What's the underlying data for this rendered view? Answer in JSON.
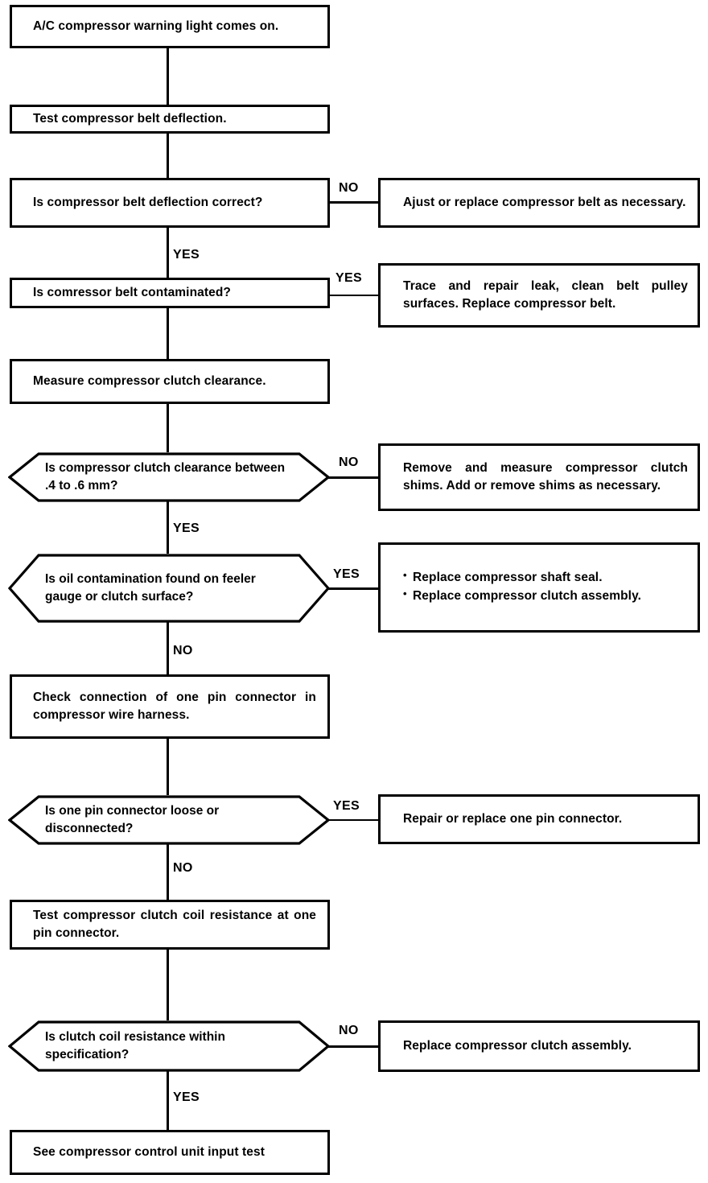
{
  "diagram": {
    "title": "A/C compressor warning light diagnostic flowchart",
    "type": "flowchart",
    "ink_color": "#000000",
    "background_color": "#ffffff"
  },
  "nodes": {
    "start": {
      "shape": "rectangle",
      "text": "A/C compressor warning light comes on."
    },
    "test_belt_deflection": {
      "shape": "rectangle",
      "text": "Test compressor belt deflection."
    },
    "q_belt_deflection": {
      "shape": "rectangle",
      "text": "Is compressor belt deflection correct?"
    },
    "a_belt_deflection": {
      "shape": "rectangle",
      "text": "Ajust or replace compressor belt as necessary."
    },
    "q_belt_contaminated": {
      "shape": "rectangle",
      "text": "Is comressor belt contaminated?"
    },
    "a_belt_contaminated": {
      "shape": "rectangle",
      "text": "Trace and repair leak, clean belt pulley surfaces. Replace compressor belt."
    },
    "measure_clutch_clearance": {
      "shape": "rectangle",
      "text": "Measure compressor clutch clearance."
    },
    "q_clutch_clearance": {
      "shape": "hexagon",
      "text": "Is compressor clutch clearance between .4 to .6 mm?"
    },
    "a_clutch_clearance": {
      "shape": "rectangle",
      "text": "Remove and measure compressor clutch shims. Add or remove shims as necessary."
    },
    "q_oil_contamination": {
      "shape": "hexagon",
      "text": "Is oil contamination found on feeler gauge or clutch surface?"
    },
    "a_oil_contamination": {
      "shape": "rectangle",
      "bullets": [
        "Replace compressor shaft seal.",
        "Replace compressor clutch assembly."
      ]
    },
    "check_pin_connector": {
      "shape": "rectangle",
      "text": "Check connection of one pin connector in compressor wire harness."
    },
    "q_pin_connector": {
      "shape": "hexagon",
      "text": "Is one pin connector loose or disconnected?"
    },
    "a_pin_connector": {
      "shape": "rectangle",
      "text": "Repair or replace one pin connector."
    },
    "test_coil_resistance": {
      "shape": "rectangle",
      "text": "Test compressor clutch coil resistance at one pin connector."
    },
    "q_coil_resistance": {
      "shape": "hexagon",
      "text": "Is clutch coil resistance within specification?"
    },
    "a_coil_resistance": {
      "shape": "rectangle",
      "text": "Replace compressor clutch assembly."
    },
    "end": {
      "shape": "rectangle",
      "text": "See compressor control unit input test"
    }
  },
  "branch_labels": {
    "belt_deflection_no": "NO",
    "belt_deflection_yes": "YES",
    "belt_contaminated_yes": "YES",
    "clutch_clearance_no": "NO",
    "clutch_clearance_yes": "YES",
    "oil_contamination_yes": "YES",
    "oil_contamination_no": "NO",
    "pin_connector_yes": "YES",
    "pin_connector_no": "NO",
    "coil_resistance_no": "NO",
    "coil_resistance_yes": "YES"
  }
}
